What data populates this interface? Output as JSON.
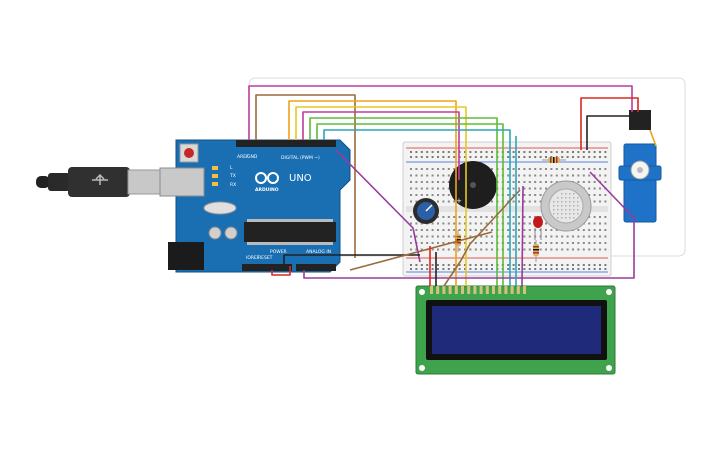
{
  "arduino": {
    "brand": "ARDUINO",
    "model": "UNO",
    "digital_header": "DIGITAL (PWM ~)",
    "power_header": "POWER",
    "analog_header": "ANALOG IN",
    "aref": "AREF",
    "gnd": "GND",
    "tx": "TX",
    "rx": "RX",
    "l": "L",
    "ioref": "IOREF",
    "reset": "RESET"
  },
  "colors": {
    "board": "#1a6fb3",
    "breadboard": "#f3f3f3",
    "lcd_board": "#3fa34d",
    "lcd_screen": "#1f2a7a",
    "servo": "#1e73c9",
    "wire_red": "#d9281e",
    "wire_black": "#222222",
    "wire_brown": "#9a6a3a",
    "wire_purple": "#9b3a9b",
    "wire_orange": "#f0a21a",
    "wire_yellow": "#e6c81e",
    "wire_green": "#5bbd3a",
    "wire_teal": "#2aa6b8",
    "wire_magenta": "#c03aa0"
  }
}
